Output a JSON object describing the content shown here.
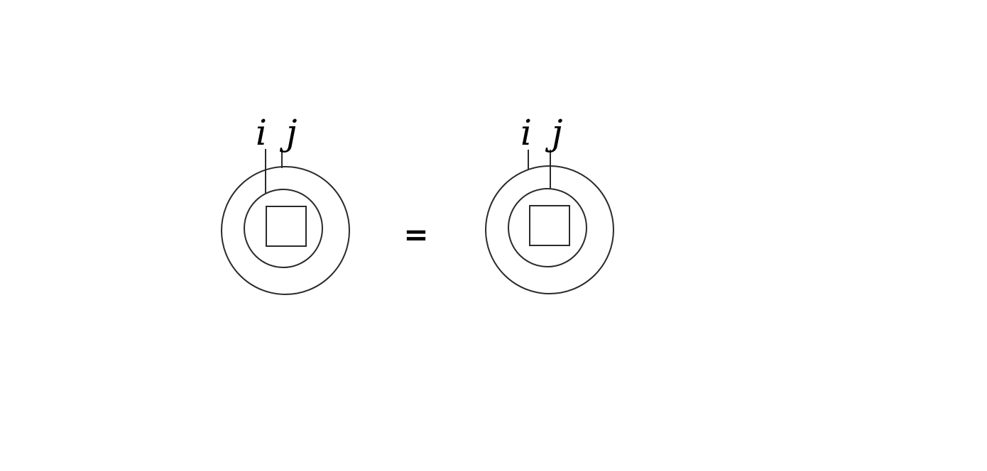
{
  "diagram": {
    "left": {
      "label_i": "i",
      "label_j": "j"
    },
    "equals": "=",
    "right": {
      "label_i": "i",
      "label_j": "j"
    }
  },
  "colors": {
    "stroke": "#2a2a2a",
    "text": "#000000",
    "background": "#ffffff"
  }
}
